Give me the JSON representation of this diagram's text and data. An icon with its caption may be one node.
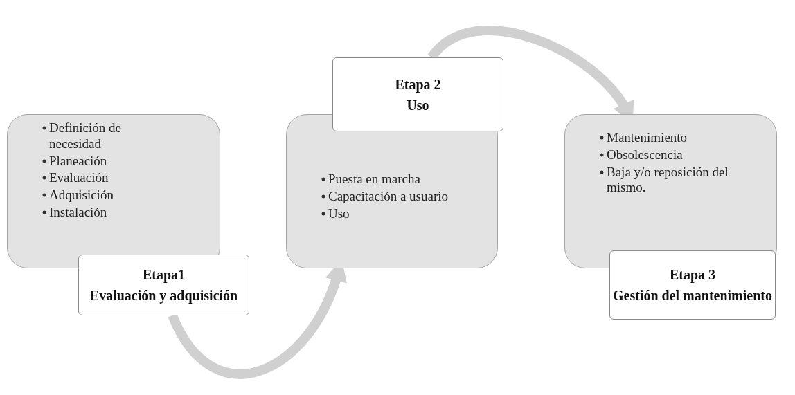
{
  "diagram": {
    "nodes": [
      {
        "text": [
          "Definición de necesidad",
          "Planeación",
          "Evaluación",
          "Adquisición",
          "Instalación"
        ]
      },
      {
        "text": [
          "Etapa1",
          "Evaluación y adquisición"
        ]
      },
      {
        "text": [
          "Puesta en marcha",
          "Capacitación a usuario",
          "Uso"
        ]
      },
      {
        "text": [
          "Etapa 2",
          "Uso"
        ]
      },
      {
        "text": [
          "Mantenimiento",
          "Obsolescencia",
          "Baja y/o reposición del mismo."
        ]
      },
      {
        "text": [
          "Etapa 3",
          "Gestión del mantenimiento"
        ]
      }
    ],
    "edges": [
      {
        "from": 1,
        "to": 2,
        "arrow": "to"
      },
      {
        "from": 3,
        "to": 4,
        "arrow": "to"
      }
    ]
  }
}
